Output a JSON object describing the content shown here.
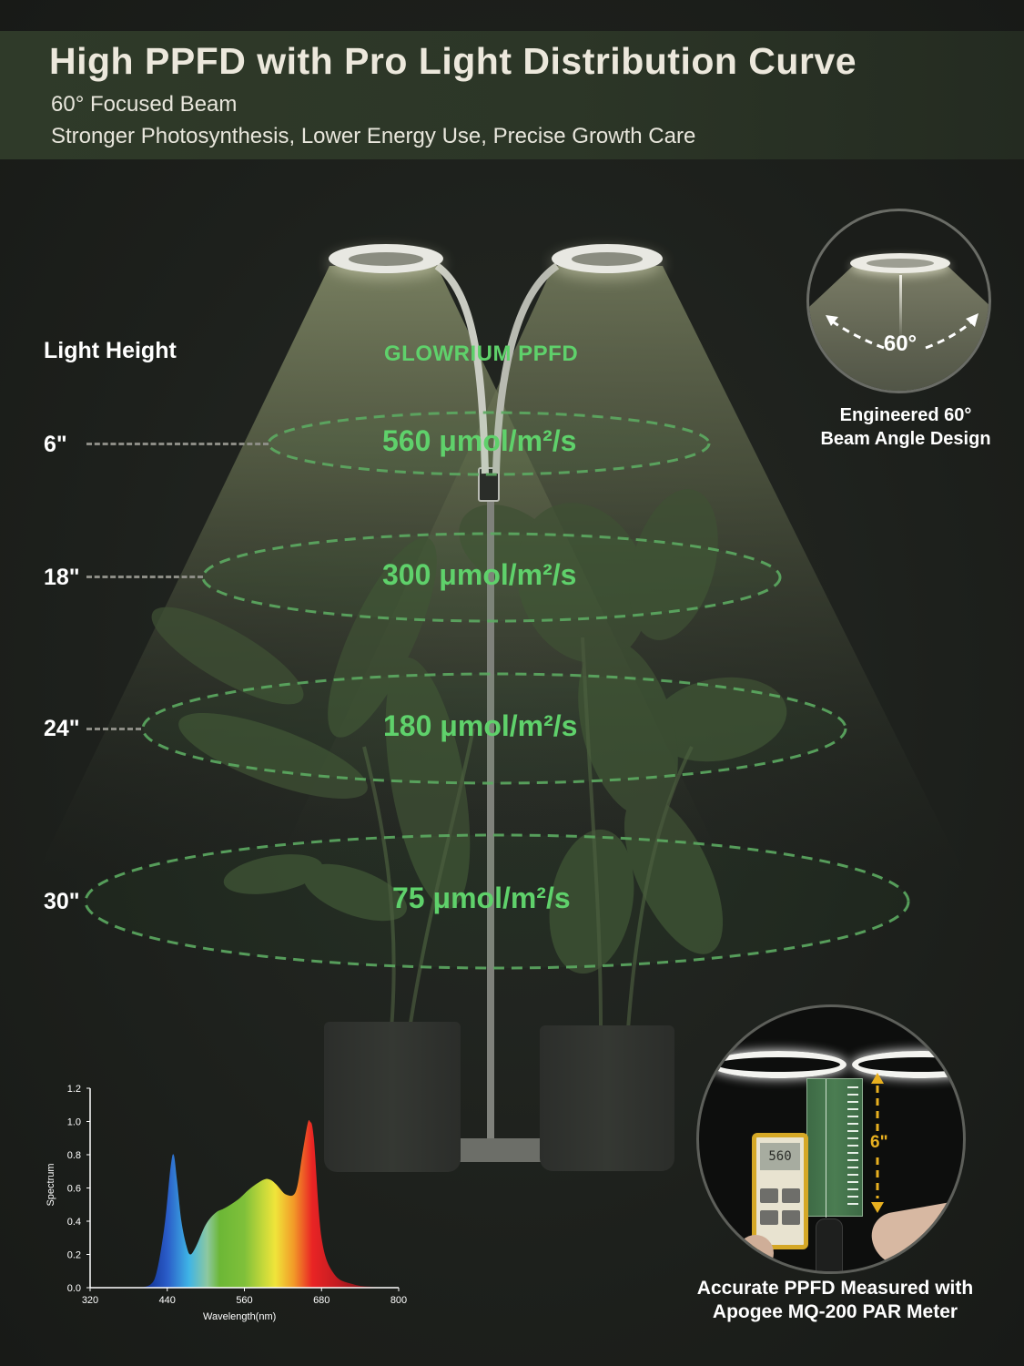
{
  "header": {
    "title": "High PPFD with Pro Light Distribution Curve",
    "subtitle_1": "60° Focused Beam",
    "subtitle_2": "Stronger Photosynthesis, Lower Energy Use, Precise Growth Care"
  },
  "labels": {
    "light_height": "Light Height",
    "ppfd_heading": "GLOWRIUM PPFD"
  },
  "measurements": [
    {
      "height": "6\"",
      "ppfd": "560 μmol/m²/s"
    },
    {
      "height": "18\"",
      "ppfd": "300 μmol/m²/s"
    },
    {
      "height": "24\"",
      "ppfd": "180 μmol/m²/s"
    },
    {
      "height": "30\"",
      "ppfd": "75 μmol/m²/s"
    }
  ],
  "beam_badge": {
    "angle": "60°",
    "caption_line1": "Engineered 60°",
    "caption_line2": "Beam Angle Design"
  },
  "meter_badge": {
    "meter_reading": "560",
    "distance": "6\"",
    "caption_line1": "Accurate PPFD Measured with",
    "caption_line2": "Apogee MQ-200 PAR Meter"
  },
  "colors": {
    "accent_green": "#5fd16b",
    "header_band": "#2f3a29",
    "background": "#1c1f1b",
    "dimension_yellow": "#e8b020"
  },
  "chart_data": {
    "type": "area",
    "title": "",
    "xlabel": "Wavelength(nm)",
    "ylabel": "Spectrum",
    "xlim": [
      320,
      800
    ],
    "ylim": [
      0,
      1.2
    ],
    "x_ticks": [
      "320",
      "440",
      "560",
      "680",
      "800"
    ],
    "y_ticks": [
      "0.0",
      "0.2",
      "0.4",
      "0.6",
      "0.8",
      "1.0",
      "1.2"
    ],
    "grid": false,
    "legend": null,
    "x": [
      400,
      420,
      435,
      445,
      450,
      455,
      462,
      470,
      476,
      485,
      500,
      515,
      530,
      550,
      570,
      590,
      600,
      610,
      625,
      640,
      650,
      658,
      662,
      668,
      680,
      700,
      730,
      760,
      800
    ],
    "values": [
      0.0,
      0.05,
      0.35,
      0.72,
      0.8,
      0.65,
      0.4,
      0.25,
      0.2,
      0.25,
      0.38,
      0.45,
      0.48,
      0.53,
      0.6,
      0.65,
      0.65,
      0.62,
      0.56,
      0.58,
      0.8,
      0.98,
      1.0,
      0.9,
      0.3,
      0.08,
      0.02,
      0.005,
      0.0
    ]
  }
}
